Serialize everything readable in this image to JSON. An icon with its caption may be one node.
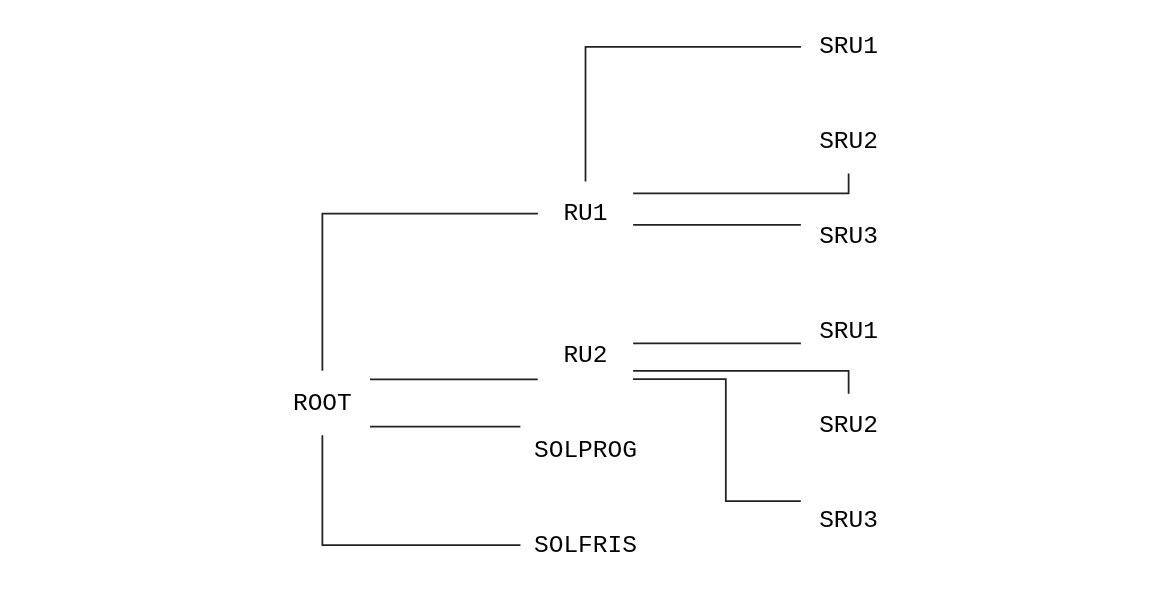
{
  "diagram": {
    "nodes": [
      {
        "text": [
          "ROOT"
        ]
      },
      {
        "text": [
          "RU1"
        ]
      },
      {
        "text": [
          "SRU1"
        ]
      },
      {
        "text": [
          "SRU2"
        ]
      },
      {
        "text": [
          "SRU3"
        ]
      },
      {
        "text": [
          "RU2"
        ]
      },
      {
        "text": [
          "SRU1"
        ]
      },
      {
        "text": [
          "SRU2"
        ]
      },
      {
        "text": [
          "SRU3"
        ]
      },
      {
        "text": [
          "SOLPROG"
        ]
      },
      {
        "text": [
          "SOLFRIS"
        ]
      }
    ],
    "edges": [
      {
        "from": 0,
        "to": 1,
        "arrow": "none"
      },
      {
        "from": 1,
        "to": 2,
        "arrow": "none"
      },
      {
        "from": 1,
        "to": 3,
        "arrow": "none"
      },
      {
        "from": 1,
        "to": 4,
        "arrow": "none"
      },
      {
        "from": 0,
        "to": 5,
        "arrow": "none"
      },
      {
        "from": 5,
        "to": 6,
        "arrow": "none"
      },
      {
        "from": 5,
        "to": 7,
        "arrow": "none"
      },
      {
        "from": 5,
        "to": 8,
        "arrow": "none"
      },
      {
        "from": 0,
        "to": 9,
        "arrow": "none"
      },
      {
        "from": 0,
        "to": 10,
        "arrow": "none"
      }
    ]
  }
}
